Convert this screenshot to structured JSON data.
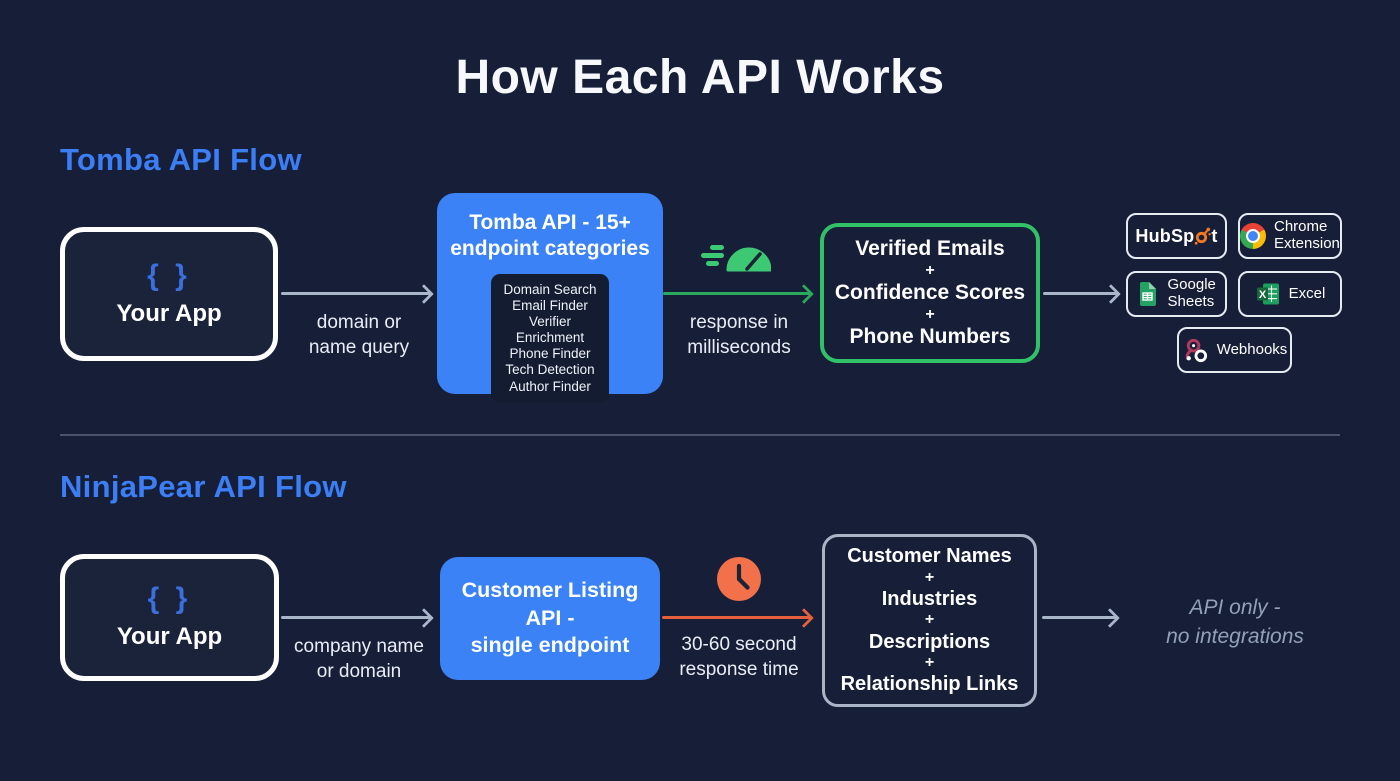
{
  "title": "How Each API Works",
  "colors": {
    "background": "#171f38",
    "accent_blue": "#3b82f6",
    "green": "#31c268",
    "orange": "#f0714a",
    "arrow_gray": "#a9b6c9"
  },
  "tomba": {
    "heading": "Tomba API Flow",
    "app": {
      "braces": "{ }",
      "label": "Your App"
    },
    "input_label": "domain or\nname query",
    "api_box": {
      "title": "Tomba API - 15+\nendpoint categories",
      "endpoints": [
        "Domain Search",
        "Email Finder",
        "Verifier",
        "Enrichment",
        "Phone Finder",
        "Tech Detection",
        "Author Finder"
      ]
    },
    "response_label": "response in\nmilliseconds",
    "output_lines": [
      "Verified Emails",
      "+",
      "Confidence Scores",
      "+",
      "Phone Numbers"
    ],
    "integrations": {
      "hubspot_pre": "HubSp",
      "hubspot_post": "t",
      "chrome": "Chrome Extension",
      "sheets": "Google Sheets",
      "excel": "Excel",
      "webhooks": "Webhooks"
    }
  },
  "ninjapear": {
    "heading": "NinjaPear API Flow",
    "app": {
      "braces": "{ }",
      "label": "Your App"
    },
    "input_label": "company name\nor domain",
    "api_box_title": "Customer Listing\nAPI -\nsingle endpoint",
    "response_label": "30-60 second\nresponse time",
    "output_lines": [
      "Customer Names",
      "+",
      "Industries",
      "+",
      "Descriptions",
      "+",
      "Relationship Links"
    ],
    "note": "API only -\nno integrations"
  }
}
